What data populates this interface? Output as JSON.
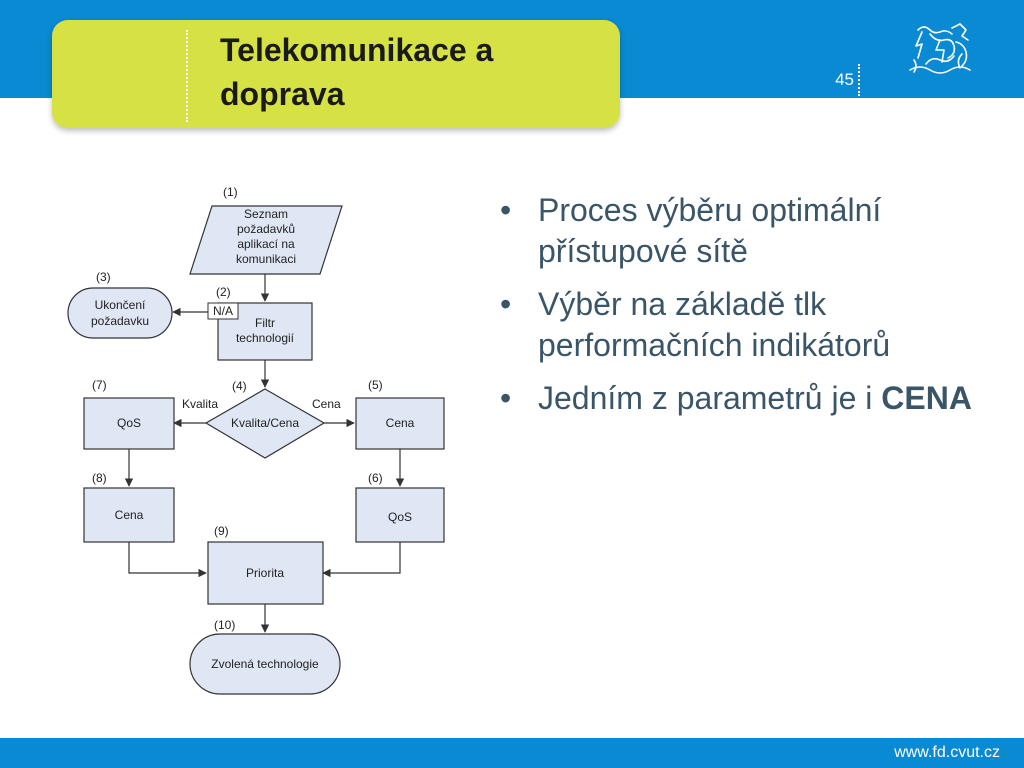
{
  "slide": {
    "title_line1": "Telekomunikace a",
    "title_line2": "doprava",
    "page_number": "45",
    "footer_url": "www.fd.cvut.cz"
  },
  "bullets": [
    {
      "text": "Proces výběru optimální přístupové sítě"
    },
    {
      "text": "Výběr na základě tlk performačních indikátorů"
    },
    {
      "text": "Jedním z parametrů je i ",
      "bold": "CENA"
    }
  ],
  "bullet_symbol": "•",
  "diagram": {
    "nodes": {
      "n1": {
        "number": "(1)",
        "lines": [
          "Seznam",
          "požadavků",
          "aplikací na",
          "komunikaci"
        ]
      },
      "n2": {
        "number": "(2)",
        "lines": [
          "Filtr",
          "technologií"
        ],
        "tag": "N/A"
      },
      "n3": {
        "number": "(3)",
        "lines": [
          "Ukončení",
          "požadavku"
        ]
      },
      "n4": {
        "number": "(4)",
        "label": "Kvalita/Cena"
      },
      "n5": {
        "number": "(5)",
        "label": "Cena"
      },
      "n6": {
        "number": "(6)",
        "label": "QoS"
      },
      "n7": {
        "number": "(7)",
        "label": "QoS"
      },
      "n8": {
        "number": "(8)",
        "label": "Cena"
      },
      "n9": {
        "number": "(9)",
        "label": "Priorita"
      },
      "n10": {
        "number": "(10)",
        "label": "Zvolená technologie"
      }
    },
    "edge_labels": {
      "left": "Kvalita",
      "right": "Cena"
    }
  },
  "colors": {
    "band_blue": "#0a8ad2",
    "title_yellow": "#d6e143",
    "node_fill": "#dfe6f4",
    "bullet_text": "#3a5568"
  },
  "icons": {
    "logo": "ctu-lion-logo-icon"
  }
}
